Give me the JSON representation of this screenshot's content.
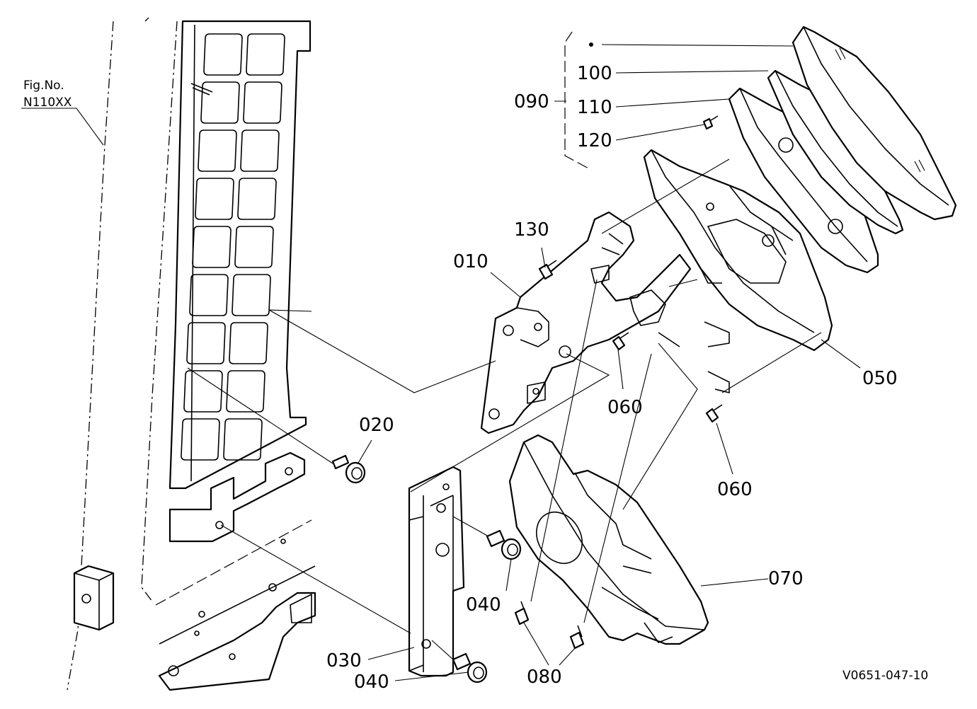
{
  "figure": {
    "fig_label": "Fig.No.",
    "fig_number": "N110XX",
    "drawing_code": "V0651-047-10"
  },
  "callouts": {
    "p010": "010",
    "p020": "020",
    "p030": "030",
    "p040a": "040",
    "p040b": "040",
    "p050": "050",
    "p060a": "060",
    "p060b": "060",
    "p070": "070",
    "p080": "080",
    "p090": "090",
    "p100": "100",
    "p110": "110",
    "p120": "120",
    "p130": "130"
  }
}
